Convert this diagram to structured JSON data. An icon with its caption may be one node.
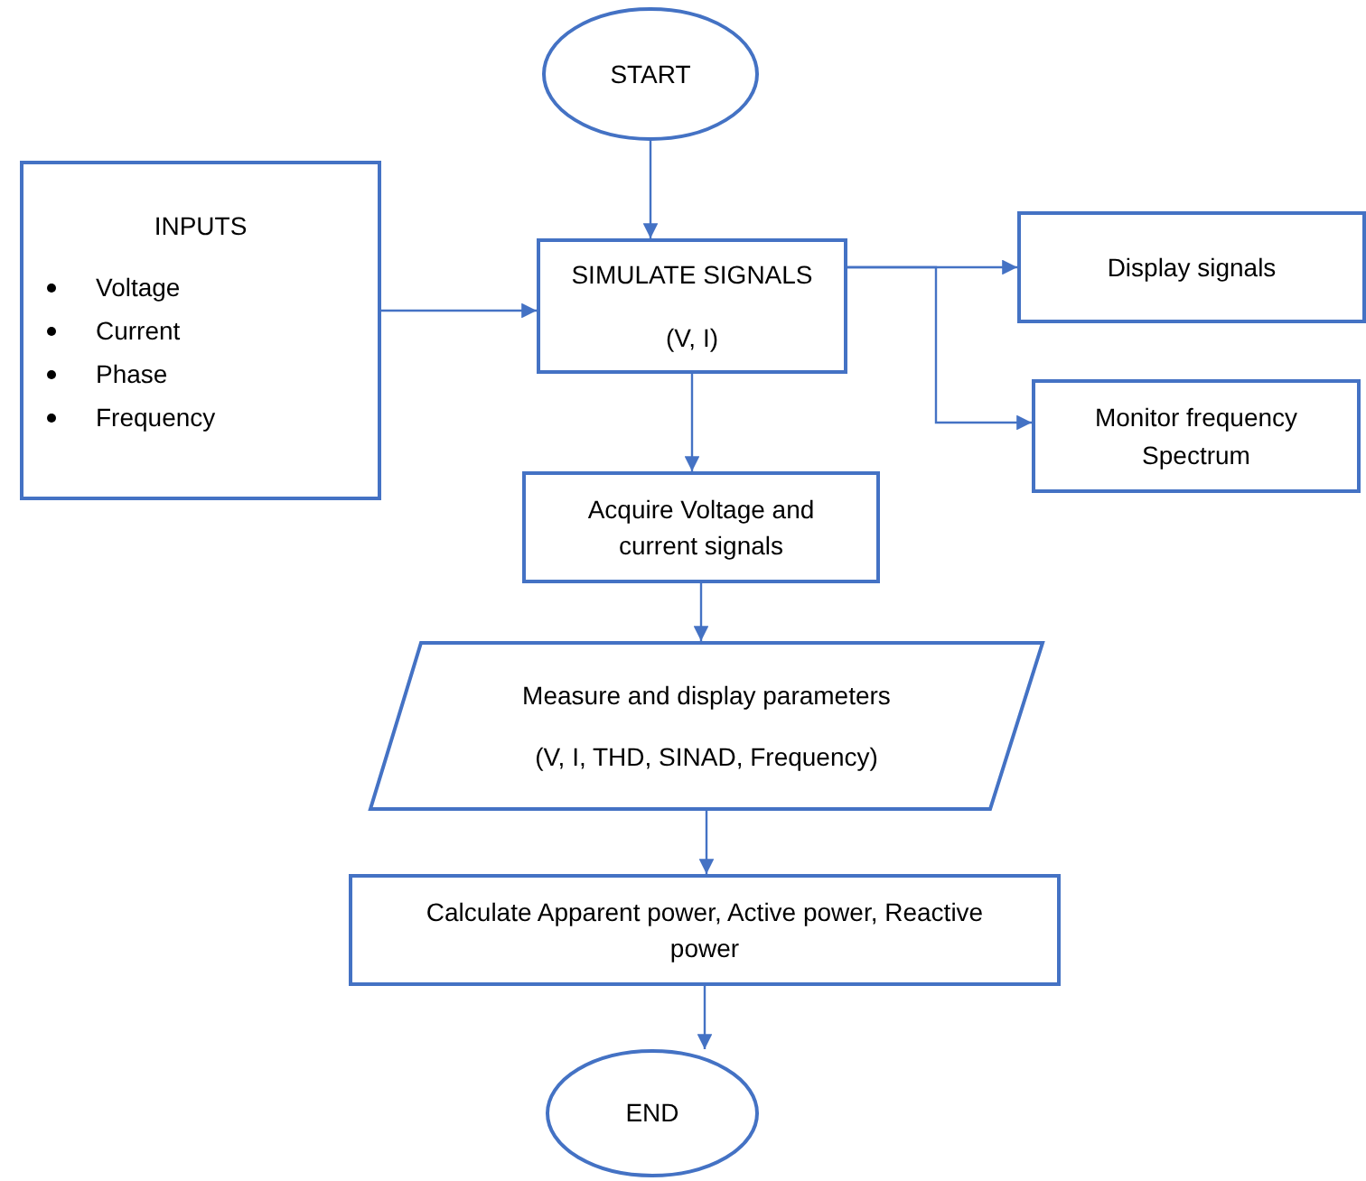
{
  "diagram": {
    "nodes": [
      {
        "text": [
          "START"
        ]
      },
      {
        "text": [
          "INPUTS",
          "Voltage",
          "Current",
          "Phase",
          "Frequency"
        ]
      },
      {
        "text": [
          "SIMULATE SIGNALS",
          "(V, I)"
        ]
      },
      {
        "text": [
          "Display signals"
        ]
      },
      {
        "text": [
          "Monitor frequency Spectrum"
        ]
      },
      {
        "text": [
          "Acquire Voltage and current signals"
        ]
      },
      {
        "text": [
          "Measure and display parameters",
          "(V, I, THD, SINAD, Frequency)"
        ]
      },
      {
        "text": [
          "Calculate Apparent power, Active power, Reactive power"
        ]
      },
      {
        "text": [
          "END"
        ]
      }
    ],
    "edges": [
      {
        "from": 0,
        "to": 2,
        "arrow": "to"
      },
      {
        "from": 1,
        "to": 2,
        "arrow": "to"
      },
      {
        "from": 2,
        "to": 3,
        "arrow": "to"
      },
      {
        "from": 2,
        "to": 4,
        "arrow": "to"
      },
      {
        "from": 2,
        "to": 5,
        "arrow": "to"
      },
      {
        "from": 5,
        "to": 6,
        "arrow": "to"
      },
      {
        "from": 6,
        "to": 7,
        "arrow": "to"
      },
      {
        "from": 7,
        "to": 8,
        "arrow": "to"
      }
    ]
  }
}
